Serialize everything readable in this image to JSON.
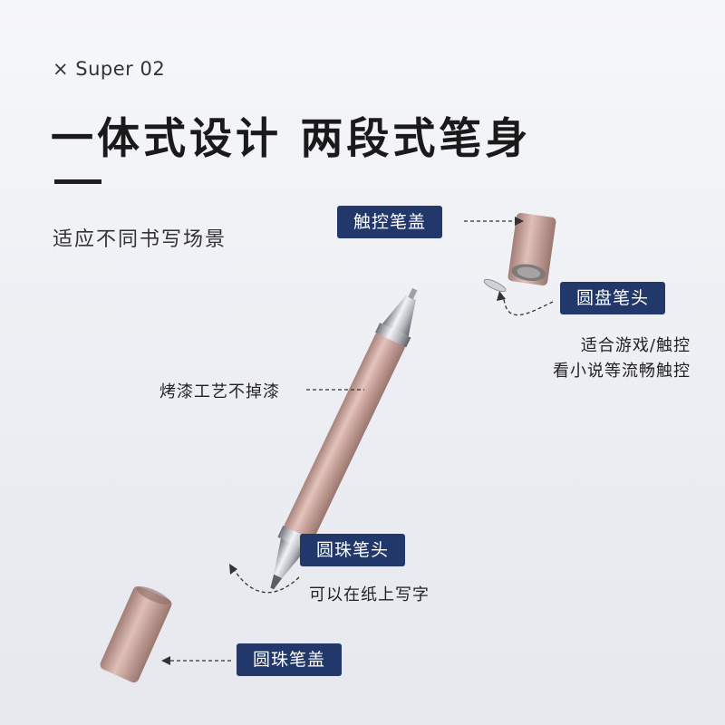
{
  "brand": "× Super 02",
  "headline": "一体式设计  两段式笔身",
  "subtitle": "适应不同书写场景",
  "labels": {
    "touch_cap": "触控笔盖",
    "disc_tip": "圆盘笔头",
    "disc_tip_desc_1": "适合游戏/触控",
    "disc_tip_desc_2": "看小说等流畅触控",
    "paint": "烤漆工艺不掉漆",
    "ball_tip": "圆珠笔头",
    "ball_tip_desc": "可以在纸上写字",
    "ball_cap": "圆珠笔盖"
  },
  "colors": {
    "pill_bg": "#22386a",
    "pen_body": "#c8a39b",
    "chrome": "#c9ccd2"
  }
}
